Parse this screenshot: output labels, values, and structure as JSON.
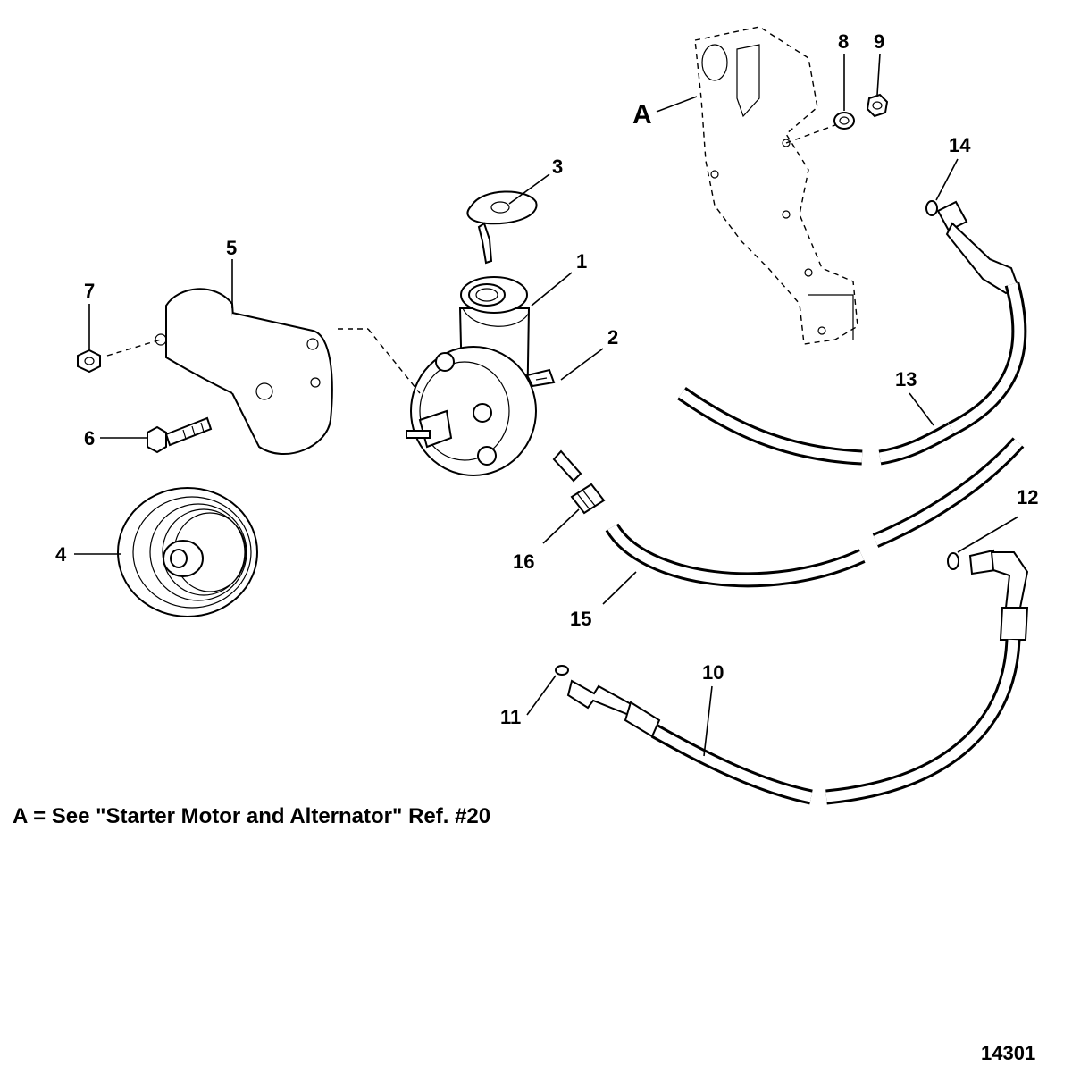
{
  "callouts": {
    "c1": "1",
    "c2": "2",
    "c3": "3",
    "c4": "4",
    "c5": "5",
    "c6": "6",
    "c7": "7",
    "c8": "8",
    "c9": "9",
    "c10": "10",
    "c11": "11",
    "c12": "12",
    "c13": "13",
    "c14": "14",
    "c15": "15",
    "c16": "16",
    "ref_a": "A"
  },
  "footnote": "A = See \"Starter Motor and Alternator\" Ref. #20",
  "figure_number": "14301"
}
